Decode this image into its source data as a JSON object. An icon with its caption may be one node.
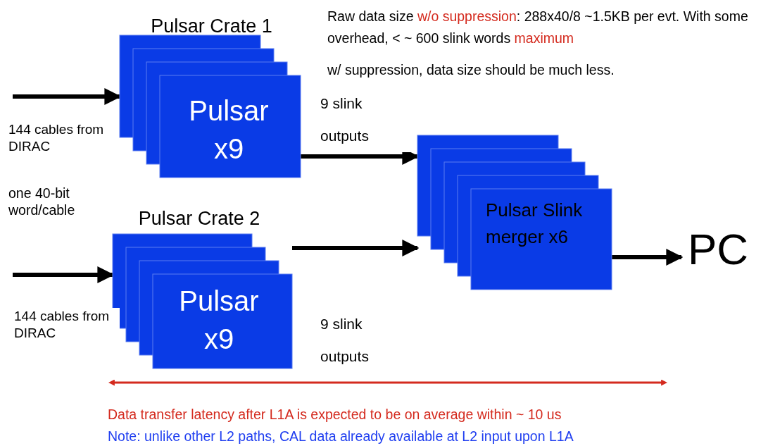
{
  "diagram": {
    "nodes": [
      {
        "text": [
          "Pulsar Crate 1",
          "Pulsar x9"
        ]
      },
      {
        "text": [
          "Pulsar Crate 2",
          "Pulsar x9"
        ]
      },
      {
        "text": [
          "Pulsar Slink merger x6"
        ]
      },
      {
        "text": [
          "PC"
        ]
      }
    ],
    "edges": [
      {
        "from": null,
        "to": 0,
        "arrow": "to",
        "label": "144 cables from DIRAC"
      },
      {
        "from": null,
        "to": 1,
        "arrow": "to",
        "label": "144 cables from DIRAC"
      },
      {
        "from": 0,
        "to": 2,
        "arrow": "to",
        "label": "9 slink outputs"
      },
      {
        "from": 1,
        "to": 2,
        "arrow": "to",
        "label": "9 slink outputs"
      },
      {
        "from": 2,
        "to": 3,
        "arrow": "to"
      }
    ],
    "labels": [
      "Raw data size",
      "w/o suppression",
      ": 288x40/8 ~1.5KB per evt. With some overhead, < ~ 600 slink words",
      "maximum",
      "w/ suppression, data size should be much less.",
      "one 40-bit word/cable",
      "Data transfer latency after L1A is expected to be on average within ~ 10 us",
      "Note: unlike other L2 paths, CAL data already available at L2 input upon L1A"
    ]
  }
}
